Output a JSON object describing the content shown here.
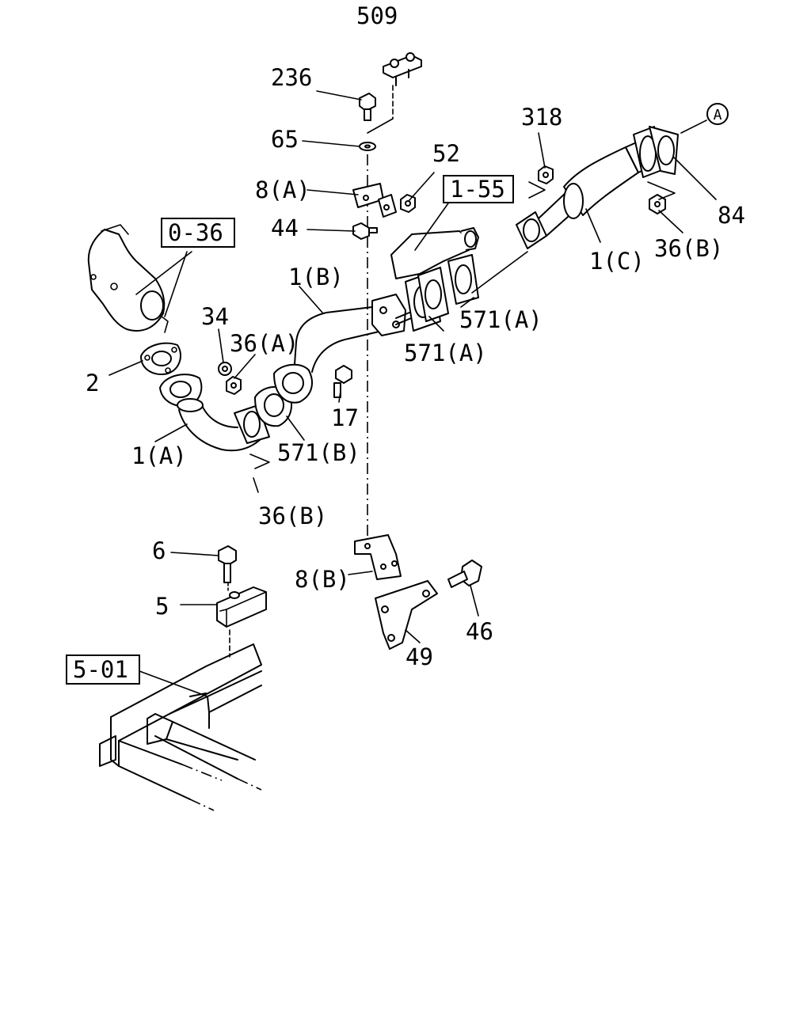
{
  "diagram": {
    "callouts": {
      "c509": "509",
      "c236": "236",
      "c65": "65",
      "c8a": "8(A)",
      "c44": "44",
      "c52": "52",
      "c1_55": "1-55",
      "c318": "318",
      "cA": "A",
      "c84": "84",
      "c36b_top": "36(B)",
      "c1c": "1(C)",
      "c0_36": "0-36",
      "c1b": "1(B)",
      "c571a_1": "571(A)",
      "c571a_2": "571(A)",
      "c34": "34",
      "c36a": "36(A)",
      "c2": "2",
      "c17": "17",
      "c1a": "1(A)",
      "c571b": "571(B)",
      "c36b_bottom": "36(B)",
      "c6": "6",
      "c5": "5",
      "c8b": "8(B)",
      "c46": "46",
      "c49": "49",
      "c5_01": "5-01"
    }
  }
}
